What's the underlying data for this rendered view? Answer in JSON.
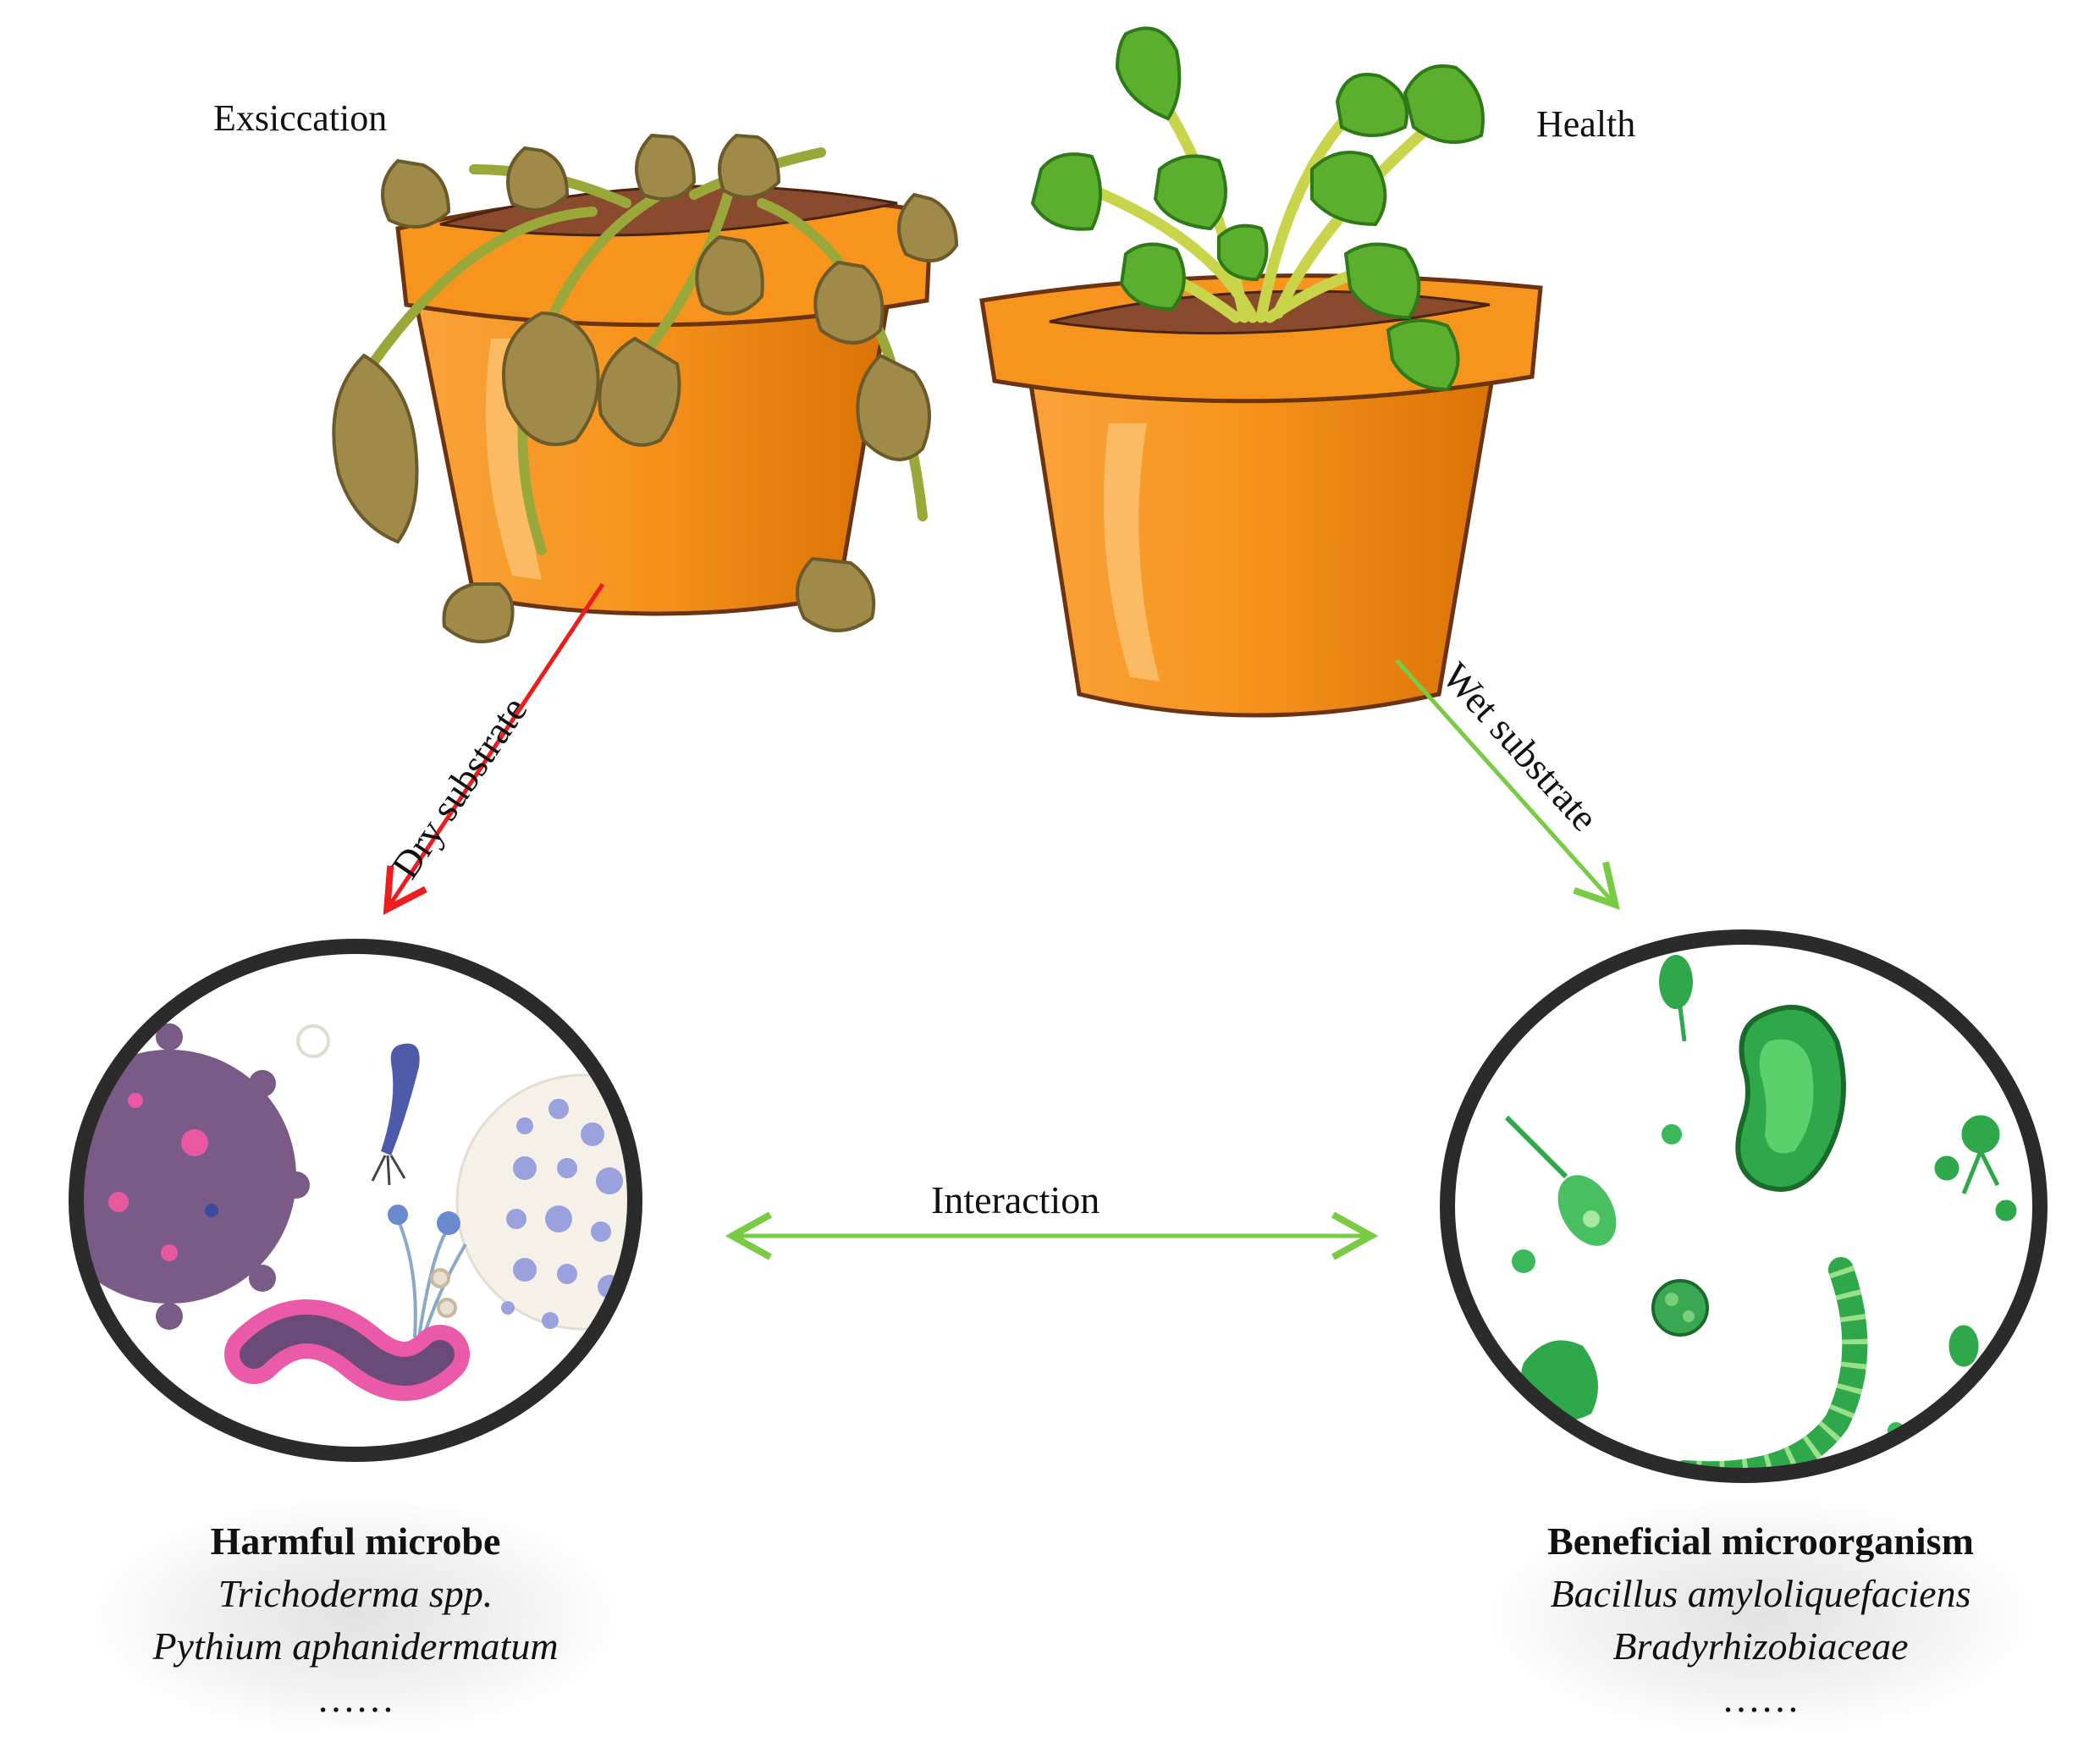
{
  "labels": {
    "exsiccation": "Exsiccation",
    "health": "Health",
    "dry_substrate": "Dry substrate",
    "wet_substrate": "Wet substrate",
    "interaction": "Interaction"
  },
  "harmful": {
    "title": "Harmful  microbe",
    "species": [
      "Trichoderma spp.",
      "Pythium aphanidermatum"
    ],
    "more": "……"
  },
  "beneficial": {
    "title": "Beneficial microorganism",
    "species": [
      "Bacillus amyloliquefaciens",
      "Bradyrhizobiaceae"
    ],
    "more": "……"
  },
  "colors": {
    "pot": "#f7941d",
    "pot_dark": "#d97306",
    "pot_outline": "#6b3310",
    "soil": "#8a4a2e",
    "healthy_leaf": "#5cae2e",
    "healthy_leaf_dark": "#2f7a18",
    "wilted_leaf": "#a08a4a",
    "wilted_leaf_dark": "#6b5a2a",
    "dry_arrow": "#ee1c1c",
    "wet_arrow": "#77cc44",
    "lens_ring": "#2b2b2b"
  }
}
